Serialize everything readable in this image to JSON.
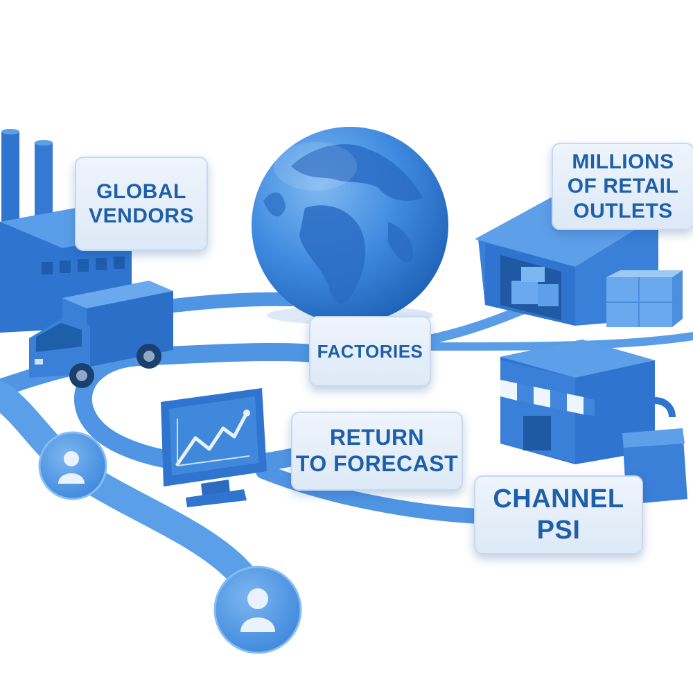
{
  "labels": {
    "global_vendors": [
      "GLOBAL",
      "VENDORS"
    ],
    "millions_outlets": [
      "MILLIONS",
      "OF RETAIL",
      "OUTLETS"
    ],
    "factories": [
      "FACTORIES"
    ],
    "return_forecast": [
      "RETURN",
      "TO FORECAST"
    ],
    "channel_psi": [
      "CHANNEL",
      "PSI"
    ]
  },
  "colors": {
    "primary": "#2f78d6",
    "primary_dark": "#1d5fa8",
    "primary_light": "#5aa0ea",
    "path": "#4f95e3",
    "label_bg": "#e4eefa",
    "label_text": "#1d5fa8"
  },
  "icons": [
    "factory-icon",
    "truck-icon",
    "globe-icon",
    "warehouse-icon",
    "store-icon",
    "shopping-bag-icon",
    "monitor-chart-icon",
    "user-icon"
  ]
}
